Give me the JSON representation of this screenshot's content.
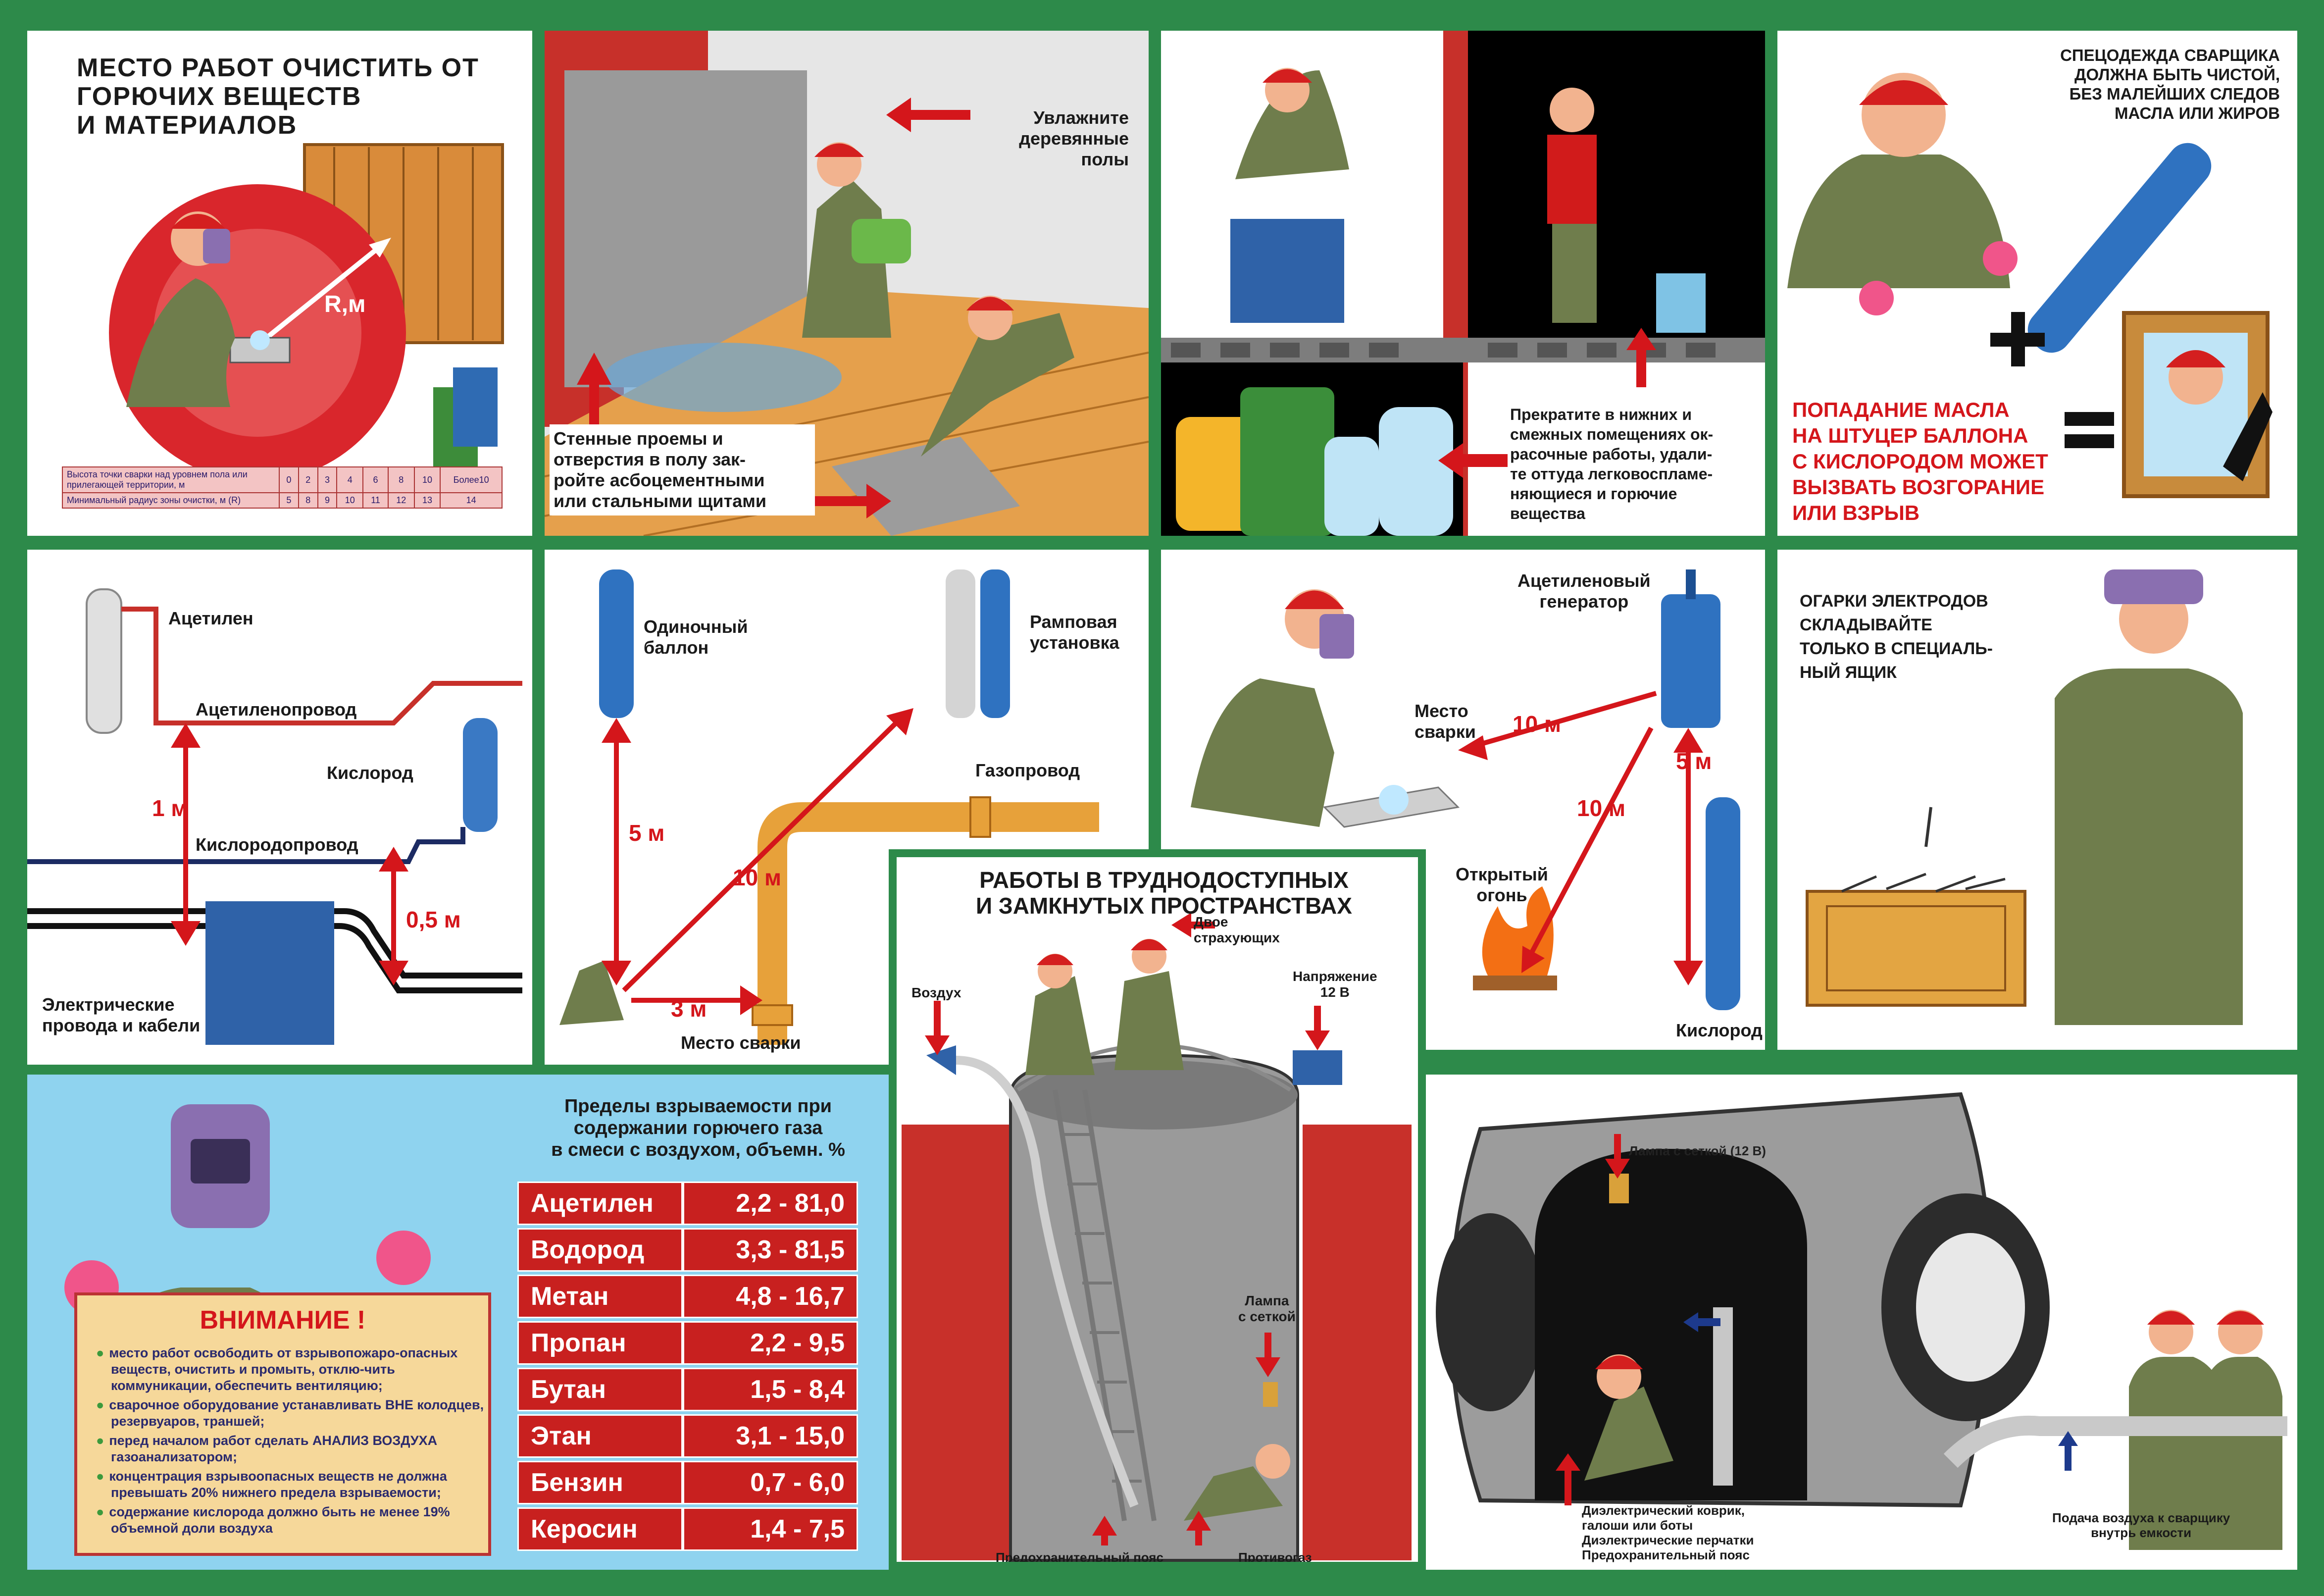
{
  "colors": {
    "frame": "#2d8a4a",
    "accent_red": "#d4161b",
    "table_red": "#c8201f",
    "sky_blue": "#8fd3ef",
    "warning_bg": "#f6d89a"
  },
  "panel1": {
    "title": "МЕСТО РАБОТ ОЧИСТИТЬ ОТ\nГОРЮЧИХ ВЕЩЕСТВ\nИ МАТЕРИАЛОВ",
    "radius_label": "R,м",
    "table": {
      "row1_label": "Высота точки сварки над уровнем пола или прилегающей территории, м",
      "row1_values": [
        "0",
        "2",
        "3",
        "4",
        "6",
        "8",
        "10",
        "Более10"
      ],
      "row2_label": "Минимальный радиус зоны очистки, м (R)",
      "row2_values": [
        "5",
        "8",
        "9",
        "10",
        "11",
        "12",
        "13",
        "14"
      ]
    }
  },
  "panel2": {
    "moisten": "Увлажните\nдеревянные\nполы",
    "cover": "Стенные проемы и\nотверстия в полу зак-\nройте асбоцементными\nили стальными щитами"
  },
  "panel3": {
    "stop": "Прекратите в нижних и\nсмежных помещениях ок-\nрасочные работы, удали-\nте оттуда легковоспламе-\nняющиеся и горючие\nвещества"
  },
  "panel4": {
    "clothing": "СПЕЦОДЕЖДА СВАРЩИКА\nДОЛЖНА БЫТЬ ЧИСТОЙ,\nБЕЗ МАЛЕЙШИХ СЛЕДОВ\nМАСЛА ИЛИ ЖИРОВ",
    "warning": "ПОПАДАНИЕ МАСЛА\nНА ШТУЦЕР БАЛЛОНА\nС КИСЛОРОДОМ МОЖЕТ\nВЫЗВАТЬ ВОЗГОРАНИЕ\nИЛИ ВЗРЫВ",
    "plus": "+",
    "equals": "="
  },
  "panel5": {
    "acetylene": "Ацетилен",
    "acetylene_pipe": "Ацетиленопровод",
    "oxygen": "Кислород",
    "oxygen_pipe": "Кислородопровод",
    "cables": "Электрические\nпровода и кабели",
    "dist_1m": "1 м",
    "dist_05m": "0,5 м"
  },
  "panel6": {
    "single_cylinder": "Одиночный\nбаллон",
    "ramp": "Рамповая\nустановка",
    "gas_pipe": "Газопровод",
    "weld_place": "Место сварки",
    "dist_5m": "5 м",
    "dist_10m": "10 м",
    "dist_3m": "3 м"
  },
  "panel7": {
    "generator": "Ацетиленовый\nгенератор",
    "weld_place": "Место\nсварки",
    "open_fire": "Открытый\nогонь",
    "oxygen": "Кислород",
    "dist_10m_a": "10 м",
    "dist_5m": "5 м",
    "dist_10m_b": "10 м"
  },
  "panel8": {
    "stubs": "ОГАРКИ ЭЛЕКТРОДОВ\nСКЛАДЫВАЙТЕ\nТОЛЬКО В СПЕЦИАЛЬ-\nНЫЙ ЯЩИК"
  },
  "panel9": {
    "limits_title": "Пределы взрываемости при\nсодержании горючего газа\nв смеси с воздухом, объемн. %",
    "gases": [
      {
        "name": "Ацетилен",
        "range": "2,2 - 81,0"
      },
      {
        "name": "Водород",
        "range": "3,3 - 81,5"
      },
      {
        "name": "Метан",
        "range": "4,8 - 16,7"
      },
      {
        "name": "Пропан",
        "range": "2,2 - 9,5"
      },
      {
        "name": "Бутан",
        "range": "1,5 - 8,4"
      },
      {
        "name": "Этан",
        "range": "3,1 - 15,0"
      },
      {
        "name": "Бензин",
        "range": "0,7 - 6,0"
      },
      {
        "name": "Керосин",
        "range": "1,4 - 7,5"
      }
    ],
    "attention_title": "ВНИМАНИЕ !",
    "attention_items": [
      "место работ освободить от взрывопожаро-опасных веществ, очистить и промыть, отклю-чить коммуникации, обеспечить вентиляцию;",
      "сварочное оборудование устанавливать ВНЕ колодцев, резервуаров, траншей;",
      "перед началом работ сделать АНАЛИЗ ВОЗДУХА газоанализатором;",
      "концентрация взрывоопасных веществ не должна превышать 20% нижнего предела взрываемости;",
      "содержание кислорода должно быть не менее 19% объемной доли воздуха"
    ]
  },
  "panel10": {
    "title": "РАБОТЫ В ТРУДНОДОСТУПНЫХ\nИ ЗАМКНУТЫХ    ПРОСТРАНСТВАХ",
    "two_guards": "Двое\nстрахующих",
    "air": "Воздух",
    "voltage": "Напряжение\n12 В",
    "lamp": "Лампа\nс сеткой",
    "safety_belt": "Предохранительный пояс",
    "gas_mask": "Противогаз"
  },
  "panel11": {
    "lamp_12v": "Лампа с сеткой (12 В)",
    "dielectric": "Диэлектрический коврик,\nгалоши или боты\nДиэлектрические перчатки\nПредохранительный пояс",
    "air_supply": "Подача воздуха к сварщику\nвнутрь емкости"
  }
}
